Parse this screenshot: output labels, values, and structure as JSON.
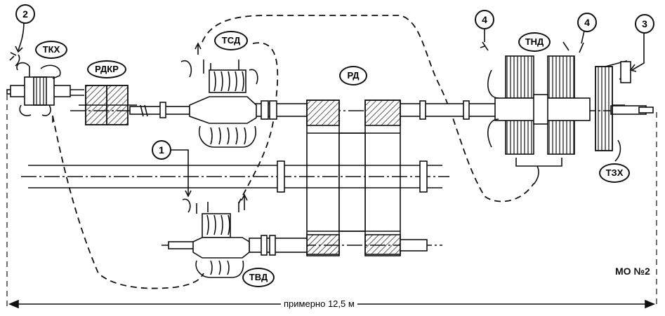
{
  "labels": {
    "tkh": "ТКХ",
    "rdkr": "РДКР",
    "tsd": "ТСД",
    "rd": "РД",
    "tnd": "ТНД",
    "tzh": "ТЗХ",
    "tvd": "ТВД",
    "mo": "МО №2",
    "marker_1": "1",
    "marker_2": "2",
    "marker_3": "3",
    "marker_4a": "4",
    "marker_4b": "4"
  },
  "dimension": {
    "text": "примерно 12,5 м"
  }
}
